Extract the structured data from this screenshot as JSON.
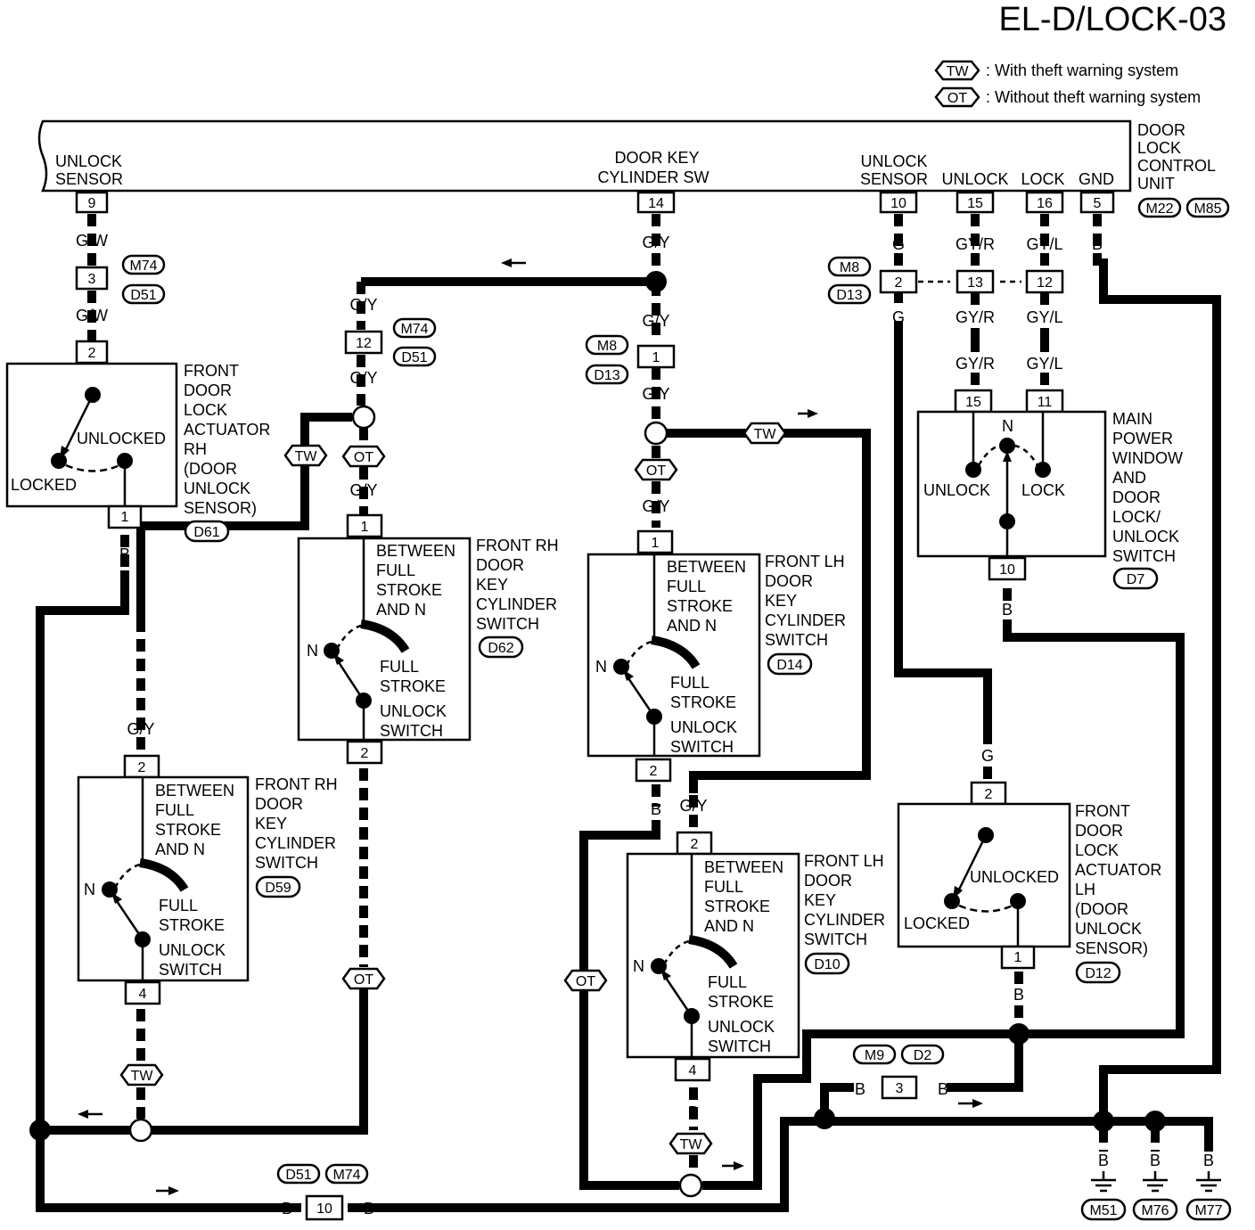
{
  "title": "EL-D/LOCK-03",
  "legend": [
    {
      "code": "TW",
      "text": ": With theft warning system"
    },
    {
      "code": "OT",
      "text": ": Without theft warning system"
    }
  ],
  "control_unit": {
    "name": [
      "DOOR",
      "LOCK",
      "CONTROL",
      "UNIT"
    ],
    "connectors": [
      "M22",
      "M85"
    ],
    "terminals": [
      {
        "pin": "9",
        "label": [
          "UNLOCK",
          "SENSOR"
        ]
      },
      {
        "pin": "14",
        "label": [
          "DOOR KEY",
          "CYLINDER SW"
        ]
      },
      {
        "pin": "10",
        "label": [
          "UNLOCK",
          "SENSOR"
        ]
      },
      {
        "pin": "15",
        "label": [
          "UNLOCK"
        ]
      },
      {
        "pin": "16",
        "label": [
          "LOCK"
        ]
      },
      {
        "pin": "5",
        "label": [
          "GND"
        ]
      }
    ]
  },
  "wires": {
    "gw": "G/W",
    "gy": "G/Y",
    "g": "G",
    "gyr": "GY/R",
    "gyl": "GY/L",
    "b": "B"
  },
  "connectors": {
    "c3": {
      "pin": "3",
      "ids": [
        "M74",
        "D51"
      ]
    },
    "c12": {
      "pin": "12",
      "ids": [
        "M74",
        "D51"
      ]
    },
    "c1": {
      "pin": "1",
      "ids": [
        "M8",
        "D13"
      ]
    },
    "c2_13_12": {
      "pins": [
        "2",
        "13",
        "12"
      ],
      "ids": [
        "M8",
        "D13"
      ]
    },
    "c3b": {
      "pin": "3",
      "ids": [
        "M9",
        "D2"
      ]
    },
    "c10": {
      "pin": "10",
      "ids": [
        "D51",
        "M74"
      ]
    }
  },
  "components": {
    "actuator_rh": {
      "name": [
        "FRONT",
        "DOOR",
        "LOCK",
        "ACTUATOR",
        "RH",
        "(DOOR",
        "UNLOCK",
        "SENSOR)"
      ],
      "id": "D61",
      "pins": [
        "2",
        "1"
      ],
      "unlocked": "UNLOCKED",
      "locked": "LOCKED"
    },
    "keycyl_d62": {
      "name": [
        "FRONT RH",
        "DOOR",
        "KEY",
        "CYLINDER",
        "SWITCH"
      ],
      "id": "D62",
      "pins": [
        "1",
        "2"
      ],
      "between": [
        "BETWEEN",
        "FULL",
        "STROKE",
        "AND N"
      ],
      "full": [
        "FULL",
        "STROKE"
      ],
      "unlock": [
        "UNLOCK",
        "SWITCH"
      ],
      "n": "N"
    },
    "keycyl_d14": {
      "name": [
        "FRONT LH",
        "DOOR",
        "KEY",
        "CYLINDER",
        "SWITCH"
      ],
      "id": "D14",
      "pins": [
        "1",
        "2"
      ],
      "between": [
        "BETWEEN",
        "FULL",
        "STROKE",
        "AND N"
      ],
      "full": [
        "FULL",
        "STROKE"
      ],
      "unlock": [
        "UNLOCK",
        "SWITCH"
      ],
      "n": "N"
    },
    "keycyl_d59": {
      "name": [
        "FRONT RH",
        "DOOR",
        "KEY",
        "CYLINDER",
        "SWITCH"
      ],
      "id": "D59",
      "pins": [
        "2",
        "4"
      ],
      "between": [
        "BETWEEN",
        "FULL",
        "STROKE",
        "AND N"
      ],
      "full": [
        "FULL",
        "STROKE"
      ],
      "unlock": [
        "UNLOCK",
        "SWITCH"
      ],
      "n": "N"
    },
    "keycyl_d10": {
      "name": [
        "FRONT LH",
        "DOOR",
        "KEY",
        "CYLINDER",
        "SWITCH"
      ],
      "id": "D10",
      "pins": [
        "2",
        "4"
      ],
      "between": [
        "BETWEEN",
        "FULL",
        "STROKE",
        "AND N"
      ],
      "full": [
        "FULL",
        "STROKE"
      ],
      "unlock": [
        "UNLOCK",
        "SWITCH"
      ],
      "n": "N"
    },
    "main_switch": {
      "name": [
        "MAIN",
        "POWER",
        "WINDOW",
        "AND",
        "DOOR",
        "LOCK/",
        "UNLOCK",
        "SWITCH"
      ],
      "id": "D7",
      "pins": [
        "15",
        "11",
        "10"
      ],
      "unlock": "UNLOCK",
      "lock": "LOCK",
      "n": "N"
    },
    "actuator_lh": {
      "name": [
        "FRONT",
        "DOOR",
        "LOCK",
        "ACTUATOR",
        "LH",
        "(DOOR",
        "UNLOCK",
        "SENSOR)"
      ],
      "id": "D12",
      "pins": [
        "2",
        "1"
      ],
      "unlocked": "UNLOCKED",
      "locked": "LOCKED"
    }
  },
  "grounds": [
    "M51",
    "M76",
    "M77"
  ],
  "tags": {
    "tw": "TW",
    "ot": "OT"
  }
}
